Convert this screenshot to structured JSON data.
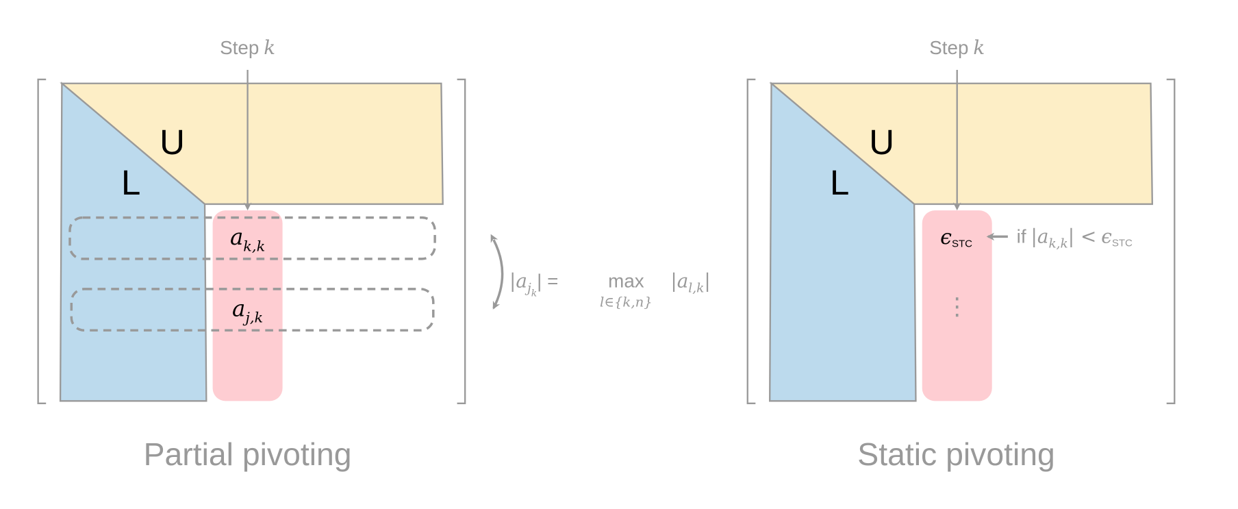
{
  "colors": {
    "upper": "#fdeec6",
    "lower": "#bcdaed",
    "pivot_column": "#fecdd2",
    "stroke": "#999999",
    "text_gray": "#999999",
    "text_dark": "#000000"
  },
  "left_panel": {
    "step_label": "Step",
    "step_var": "k",
    "u_label": "U",
    "l_label": "L",
    "entry_kk": "a",
    "entry_kk_sub": "k,k",
    "entry_jk": "a",
    "entry_jk_sub": "j,k",
    "formula_lhs": "|a",
    "formula_lhs_sub": "j",
    "formula_lhs_subsub": "k",
    "formula_eq": "| =",
    "formula_max": "max",
    "formula_max_sub": "l∈{k,n}",
    "formula_rhs": "|a",
    "formula_rhs_sub": "l,k",
    "formula_rhs_end": "|",
    "caption": "Partial pivoting"
  },
  "right_panel": {
    "step_label": "Step",
    "step_var": "k",
    "u_label": "U",
    "l_label": "L",
    "epsilon": "ϵ",
    "epsilon_sub": "STC",
    "condition_if": "if",
    "condition_abs": "|a",
    "condition_sub": "k,k",
    "condition_lt": "| <",
    "condition_eps": "ϵ",
    "condition_eps_sub": "STC",
    "vdots": "⋮",
    "caption": "Static pivoting"
  }
}
